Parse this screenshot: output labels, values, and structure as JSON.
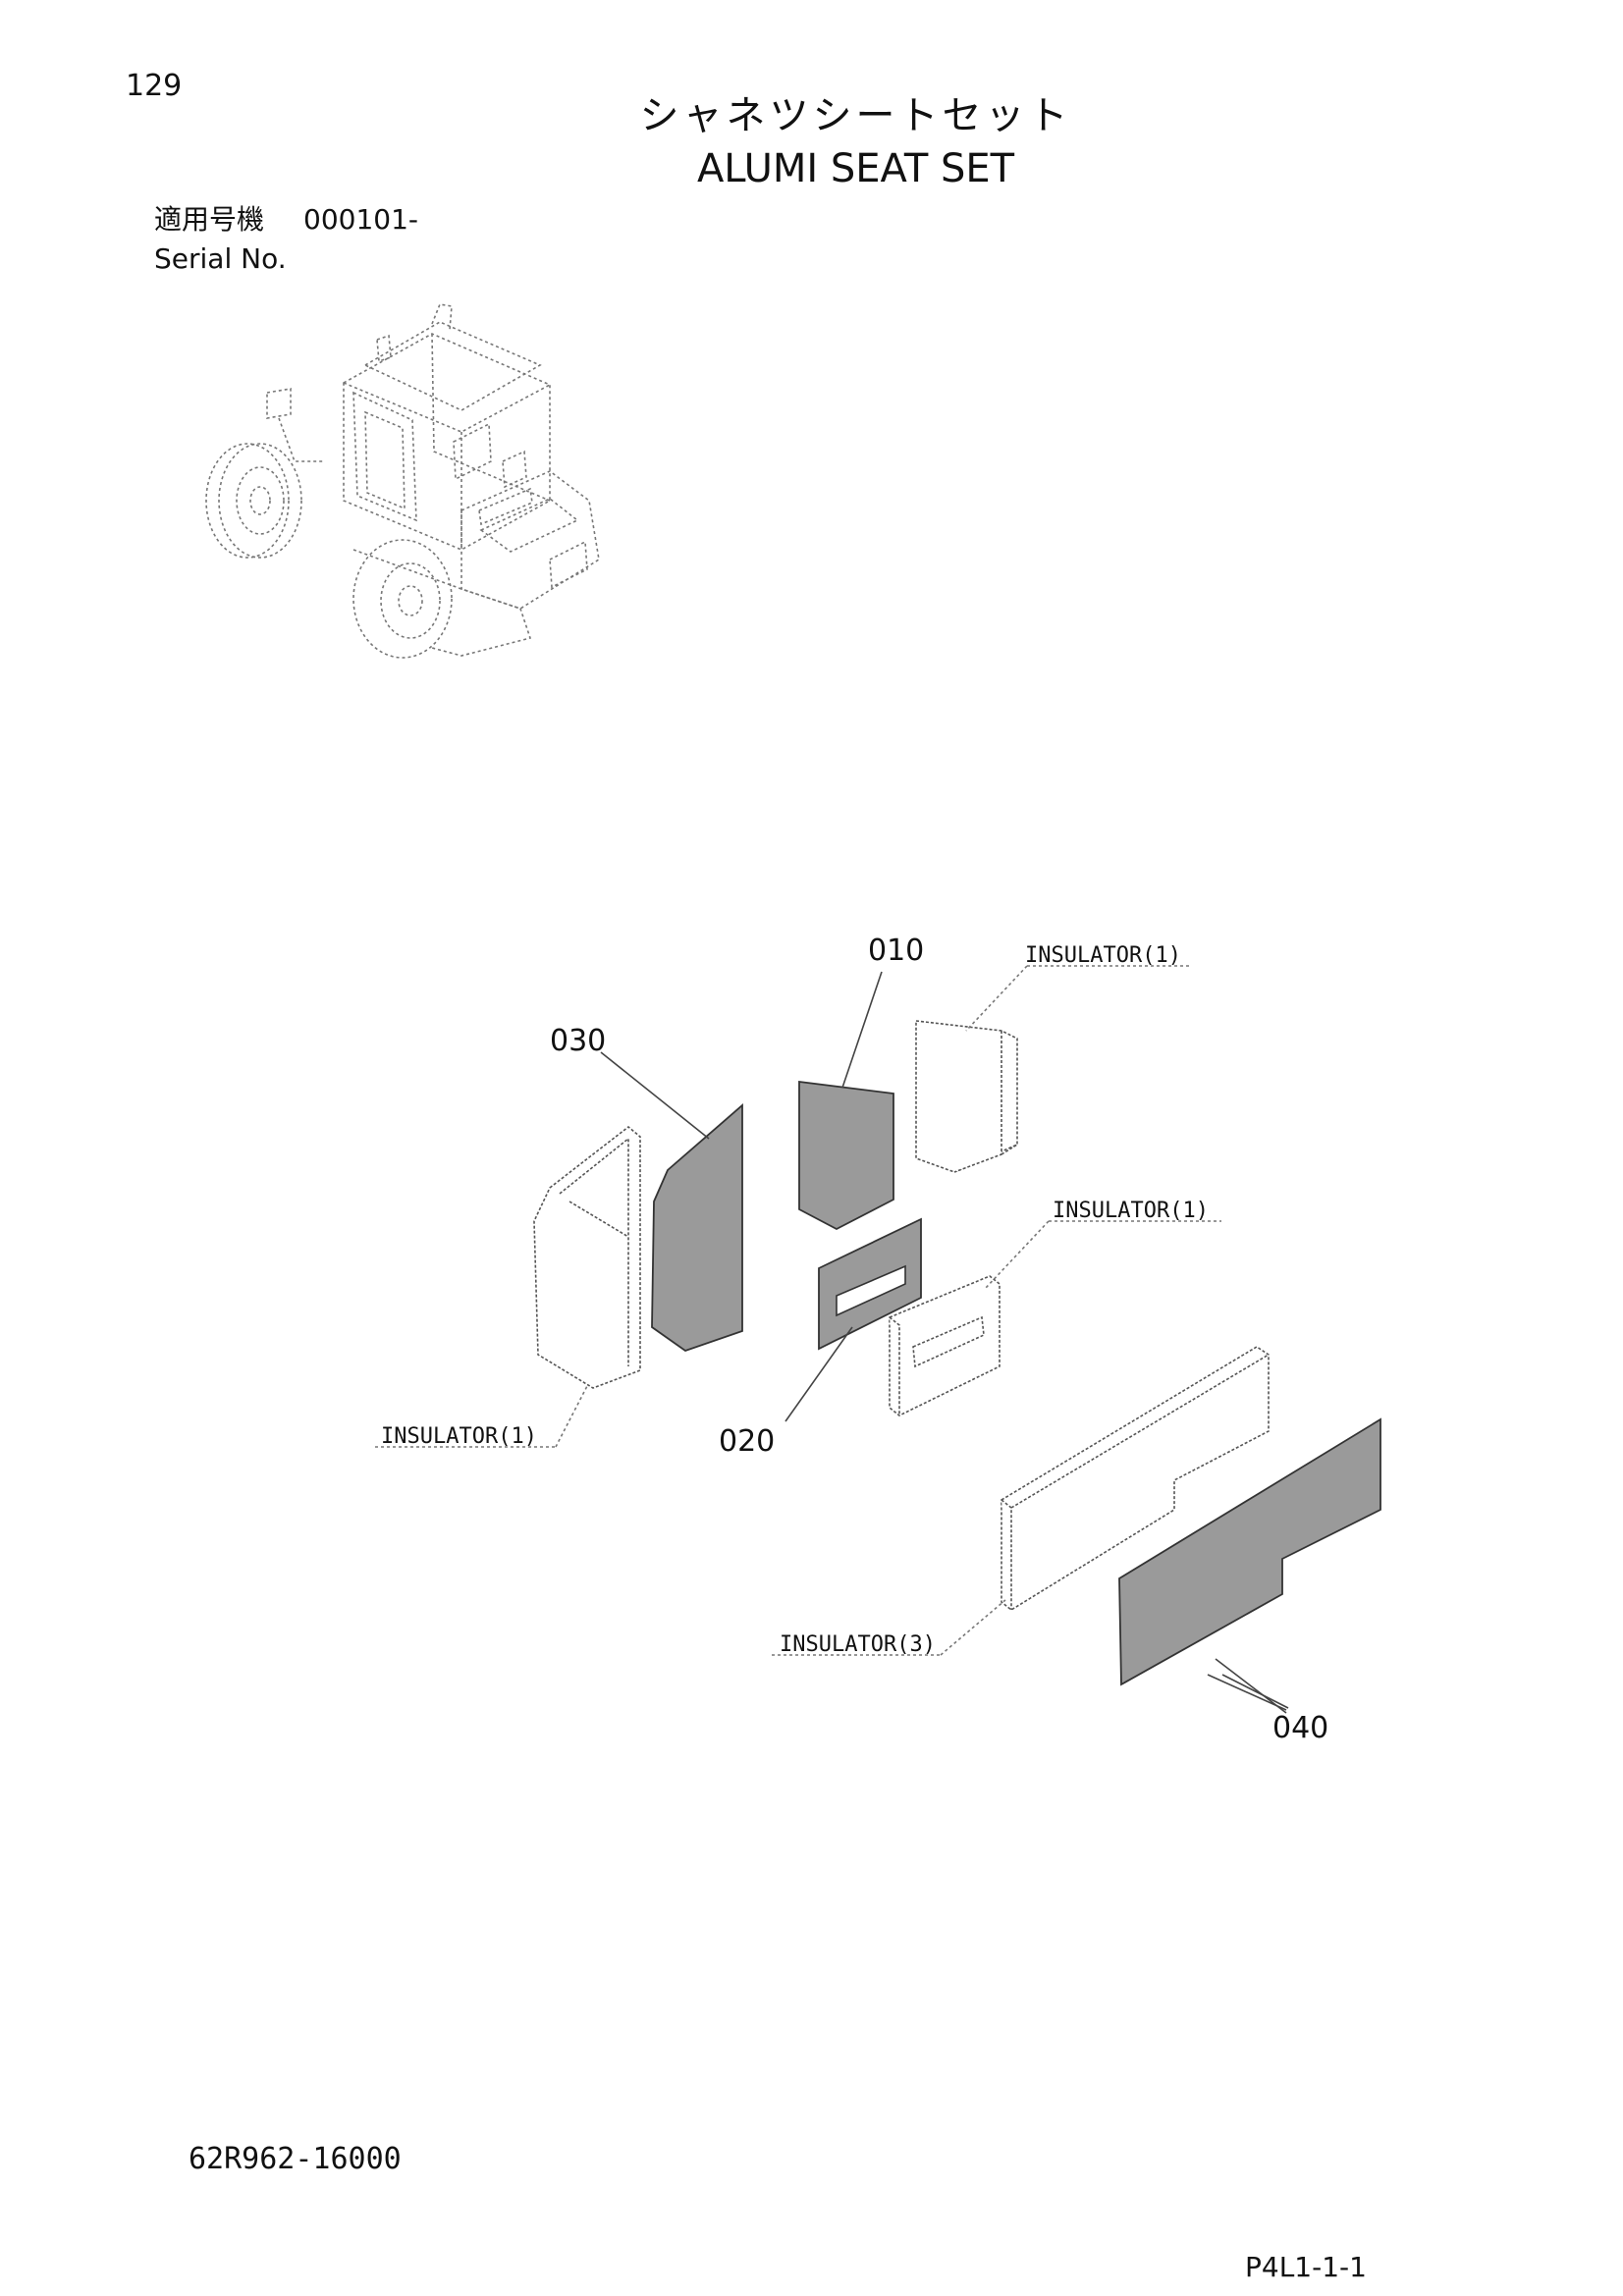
{
  "page_number": "129",
  "title_ja": "シャネツシートセット",
  "title_en": "ALUMI SEAT SET",
  "serial_label_ja": "適用号機",
  "serial_value": "000101-",
  "serial_label_en": "Serial No.",
  "callouts": {
    "p010": "010",
    "p020": "020",
    "p030": "030",
    "p040": "040"
  },
  "insulators": {
    "top_right": "INSULATOR(1)",
    "mid_right": "INSULATOR(1)",
    "left": "INSULATOR(1)",
    "bottom": "INSULATOR(3)"
  },
  "part_code": "62R962-16000",
  "page_ref": "P4L1-1-1"
}
